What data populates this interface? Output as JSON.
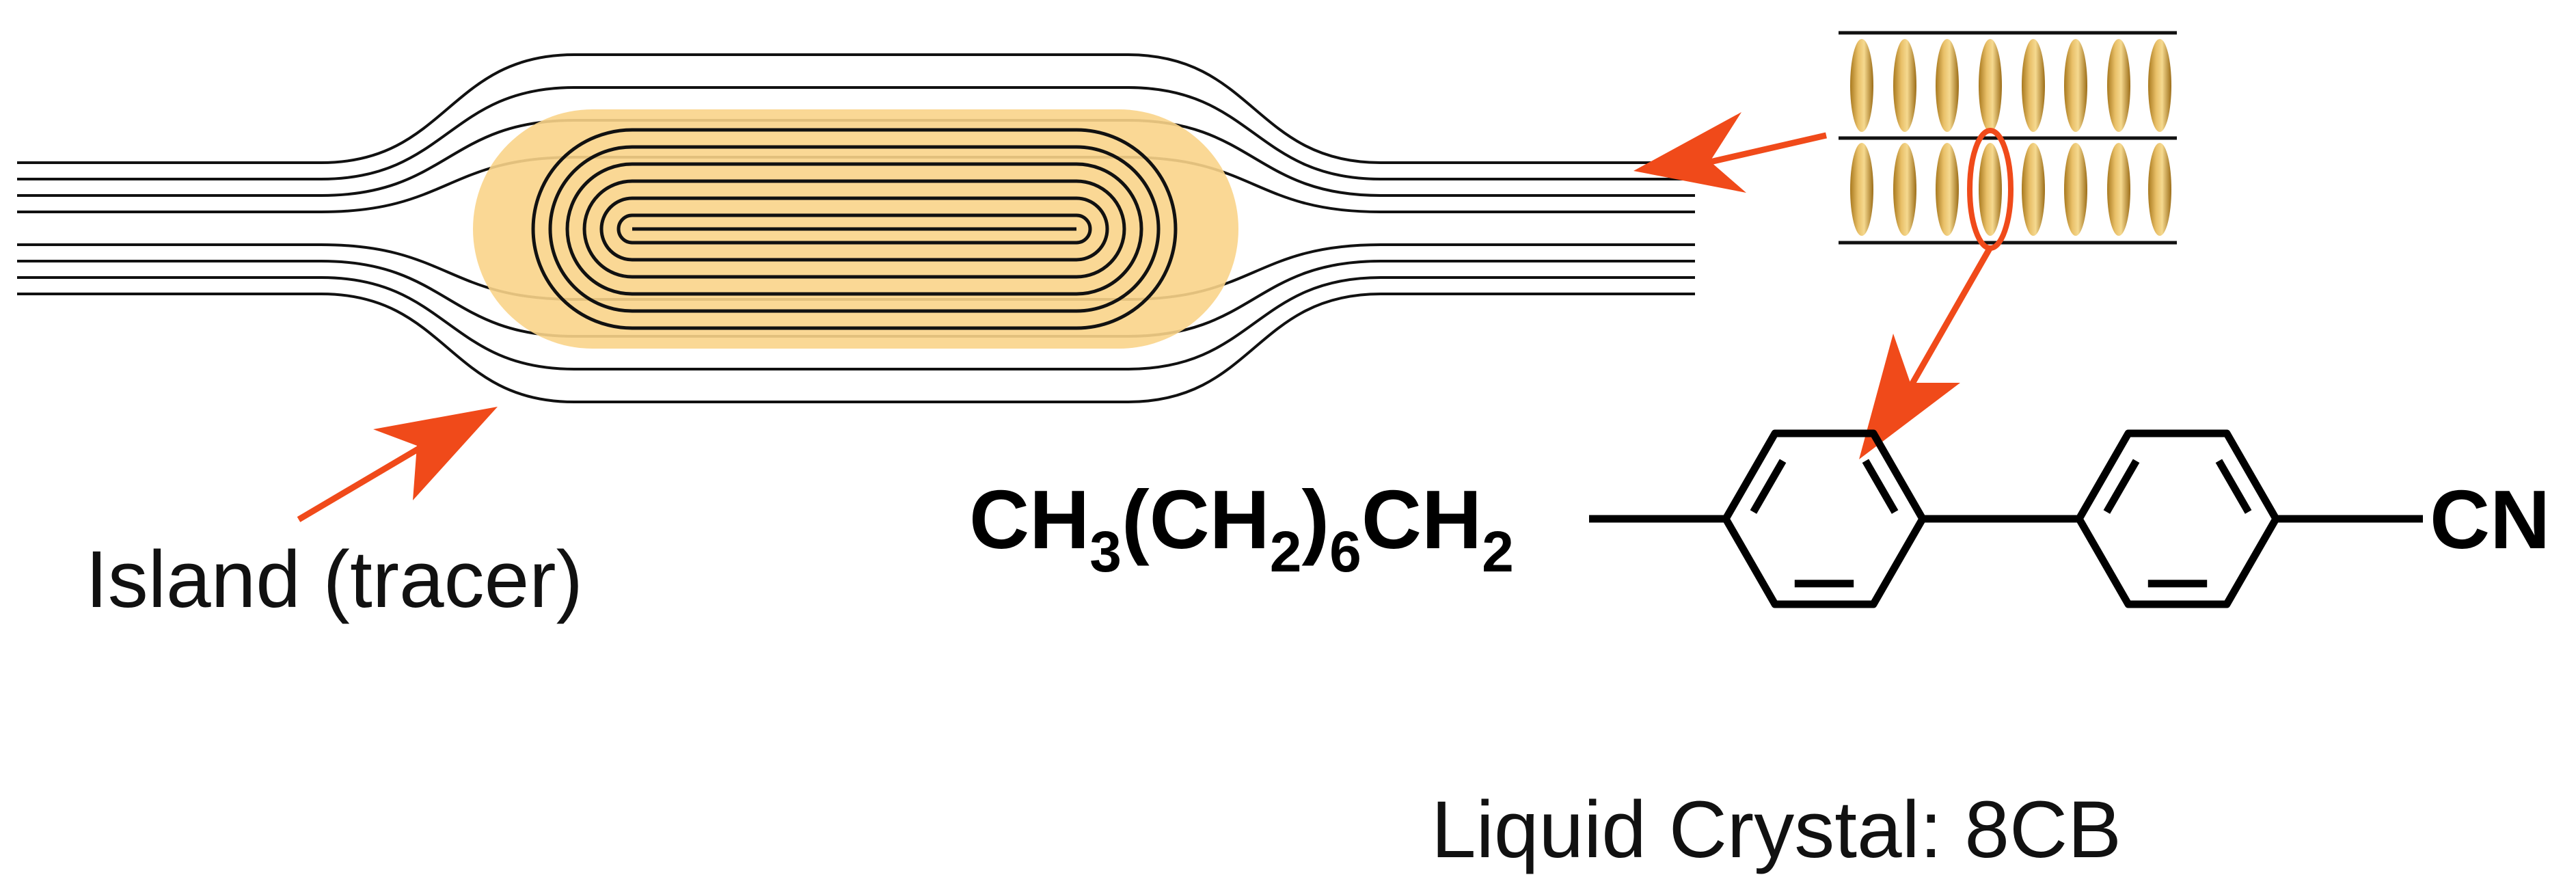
{
  "labels": {
    "island": "Island (tracer)",
    "crystal_caption": "Liquid Crystal: 8CB"
  },
  "formula": {
    "ch3": "CH",
    "ch3_sub": "3",
    "paren_open": "(CH",
    "ch2_sub": "2",
    "paren_close": ")",
    "repeat_sub": "6",
    "ch2": "CH",
    "ch2_end_sub": "2",
    "cn": "CN"
  },
  "colors": {
    "line": "#111111",
    "island_fill": "#f9d48a",
    "arrow": "#f04a1a",
    "molecule": "#c99a35"
  },
  "icons": {
    "molecule_shape": "ellipse-rod",
    "pointer": "arrow-icon"
  }
}
